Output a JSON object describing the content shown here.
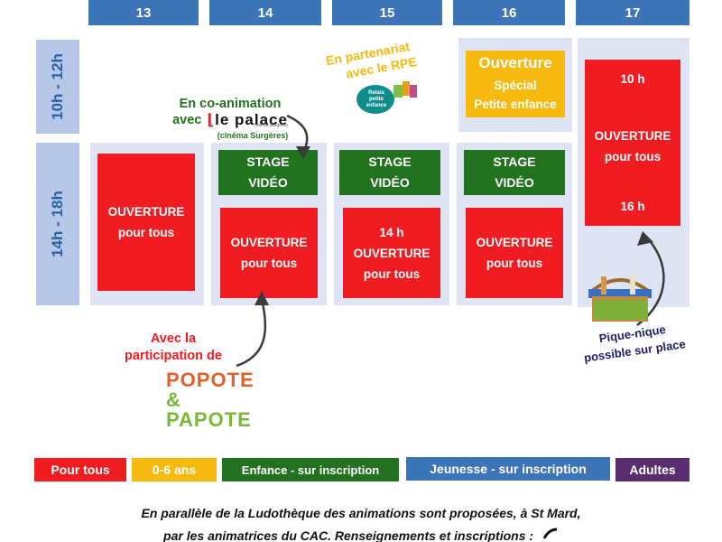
{
  "days": [
    "13",
    "14",
    "15",
    "16",
    "17"
  ],
  "time_slots": {
    "morning": "10h - 12h",
    "afternoon": "14h - 18h"
  },
  "morning": {
    "d16": {
      "title": "Ouverture",
      "line1": "Spécial",
      "line2": "Petite enfance"
    },
    "d17": {
      "top": "10 h",
      "line1": "OUVERTURE",
      "line2": "pour tous",
      "bottom": "16 h"
    }
  },
  "afternoon": {
    "d13": {
      "line1": "OUVERTURE",
      "line2": "pour tous"
    },
    "d14": {
      "stage1": "STAGE",
      "stage2": "VIDÉO",
      "line1": "OUVERTURE",
      "line2": "pour tous"
    },
    "d15": {
      "stage1": "STAGE",
      "stage2": "VIDÉO",
      "top": "14 h",
      "line1": "OUVERTURE",
      "line2": "pour tous"
    },
    "d16": {
      "stage1": "STAGE",
      "stage2": "VIDÉO",
      "line1": "OUVERTURE",
      "line2": "pour tous"
    }
  },
  "annotations": {
    "coanimation": {
      "line1": "En co-animation",
      "line2": "avec",
      "logo": "le palace",
      "logo_sub": "cinéma Surgères",
      "sub": "(cinéma Surgères)"
    },
    "partner": {
      "line1": "En partenariat",
      "line2": "avec le RPE",
      "logo_text": "Relais petite enfance"
    },
    "participation": {
      "line1": "Avec la",
      "line2": "participation de",
      "logo1": "POPOTE",
      "logo2": "& PAPOTE"
    },
    "picnic": {
      "line1": "Pique-nique",
      "line2": "possible sur place"
    }
  },
  "legend": [
    {
      "label": "Pour tous",
      "color": "#f01c22"
    },
    {
      "label": "0-6 ans",
      "color": "#f6b90d"
    },
    {
      "label": "Enfance - sur inscription",
      "color": "#23721f"
    },
    {
      "label": "Jeunesse - sur inscription",
      "color": "#3d74b8"
    },
    {
      "label": "Adultes",
      "color": "#5a2e6e"
    }
  ],
  "footer": {
    "line1": "En parallèle de la Ludothèque des animations sont proposées, à St Mard,",
    "line2": "par les animatrices du CAC. Renseignements et inscriptions :"
  },
  "colors": {
    "red": "#f01c22",
    "green": "#23721f",
    "yellow": "#f6b90d",
    "blue": "#3d74b8",
    "pale": "#dfe4f4",
    "time": "#b7c7e8"
  }
}
